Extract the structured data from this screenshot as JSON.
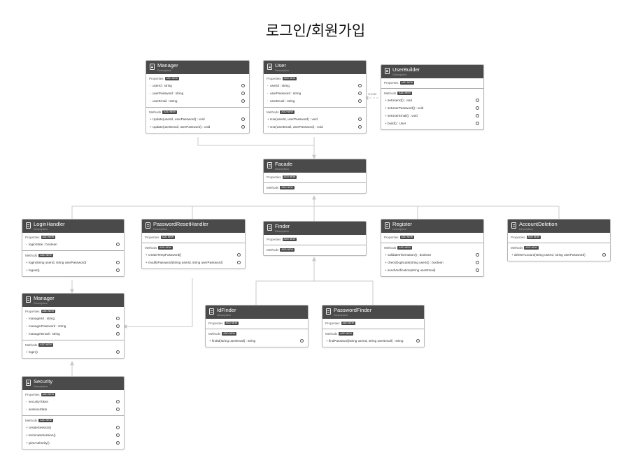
{
  "title": "로그인/회원가입",
  "labels": {
    "properties": "Properties",
    "methods": "Methods",
    "add_tag": "ADD NEW",
    "description": "Description",
    "create_edge": "create"
  },
  "colors": {
    "header": "#4a4a4a",
    "border": "#b8b8b8",
    "edge": "#c8c8c8"
  },
  "classes": {
    "manager_top": {
      "name": "Manager",
      "properties": [
        {
          "vis": "-",
          "text": "userId : string"
        },
        {
          "vis": "-",
          "text": "userPassword : string"
        },
        {
          "vis": "-",
          "text": "userEmail : string"
        }
      ],
      "methods": [
        {
          "vis": "+",
          "text": "Update(userId, userPassword) : void"
        },
        {
          "vis": "+",
          "text": "Update(userEmail, userPassword) : void"
        }
      ]
    },
    "user": {
      "name": "User",
      "properties": [
        {
          "vis": "-",
          "text": "userId : string"
        },
        {
          "vis": "-",
          "text": "userPassword : string"
        },
        {
          "vis": "-",
          "text": "userEmail : string"
        }
      ],
      "methods": [
        {
          "vis": "+",
          "text": "Use(userId, userPassword) : void"
        },
        {
          "vis": "+",
          "text": "Use(userEmail, userPassword) : void"
        }
      ]
    },
    "userbuilder": {
      "name": "UserBuilder",
      "properties": [],
      "methods": [
        {
          "vis": "+",
          "text": "setUserId() : void"
        },
        {
          "vis": "+",
          "text": "setUserPassword() : void"
        },
        {
          "vis": "+",
          "text": "setUserEmail() : void"
        },
        {
          "vis": "+",
          "text": "build() : User"
        }
      ]
    },
    "facade": {
      "name": "Facade",
      "properties": [],
      "methods": []
    },
    "finder": {
      "name": "Finder",
      "properties": [],
      "methods": []
    },
    "loginhandler": {
      "name": "LoginHandler",
      "properties": [
        {
          "vis": "-",
          "text": "loginState : boolean"
        }
      ],
      "methods": [
        {
          "vis": "+",
          "text": "login(string userId, string userPassword)"
        },
        {
          "vis": "+",
          "text": "logout()"
        }
      ]
    },
    "pwreset": {
      "name": "PasswordResetHandler",
      "properties": [],
      "methods": [
        {
          "vis": "+",
          "text": "createTempPassword()"
        },
        {
          "vis": "+",
          "text": "modifyPassword(string userId, string userPassword)"
        }
      ]
    },
    "register": {
      "name": "Register",
      "properties": [],
      "methods": [
        {
          "vis": "+",
          "text": "validateInformation() : boolean"
        },
        {
          "vis": "+",
          "text": "checkDuplicate(string userId) : boolean"
        },
        {
          "vis": "+",
          "text": "sendVerification(string userEmail)"
        }
      ]
    },
    "accountdeletion": {
      "name": "AccountDeletion",
      "properties": [],
      "methods": [
        {
          "vis": "+",
          "text": "deleteAccount(string userId, string userPassword)"
        }
      ]
    },
    "manager_mid": {
      "name": "Manager",
      "properties": [
        {
          "vis": "-",
          "text": "managerId : string"
        },
        {
          "vis": "-",
          "text": "managerPassword : string"
        },
        {
          "vis": "-",
          "text": "managerEmail : string"
        }
      ],
      "methods": [
        {
          "vis": "+",
          "text": "login()"
        }
      ]
    },
    "security": {
      "name": "Security",
      "properties": [
        {
          "vis": "-",
          "text": "securityToken"
        },
        {
          "vis": "-",
          "text": "sessionState"
        }
      ],
      "methods": [
        {
          "vis": "+",
          "text": "createSession()"
        },
        {
          "vis": "+",
          "text": "terminateSession()"
        },
        {
          "vis": "+",
          "text": "giveAuthority()"
        }
      ]
    },
    "idfinder": {
      "name": "IdFinder",
      "properties": [],
      "methods": [
        {
          "vis": "+",
          "text": "findId(string userEmail) : string"
        }
      ]
    },
    "pwfinder": {
      "name": "PasswordFinder",
      "properties": [],
      "methods": [
        {
          "vis": "+",
          "text": "findPassword(string userId, string userEmail) : string"
        }
      ]
    }
  }
}
